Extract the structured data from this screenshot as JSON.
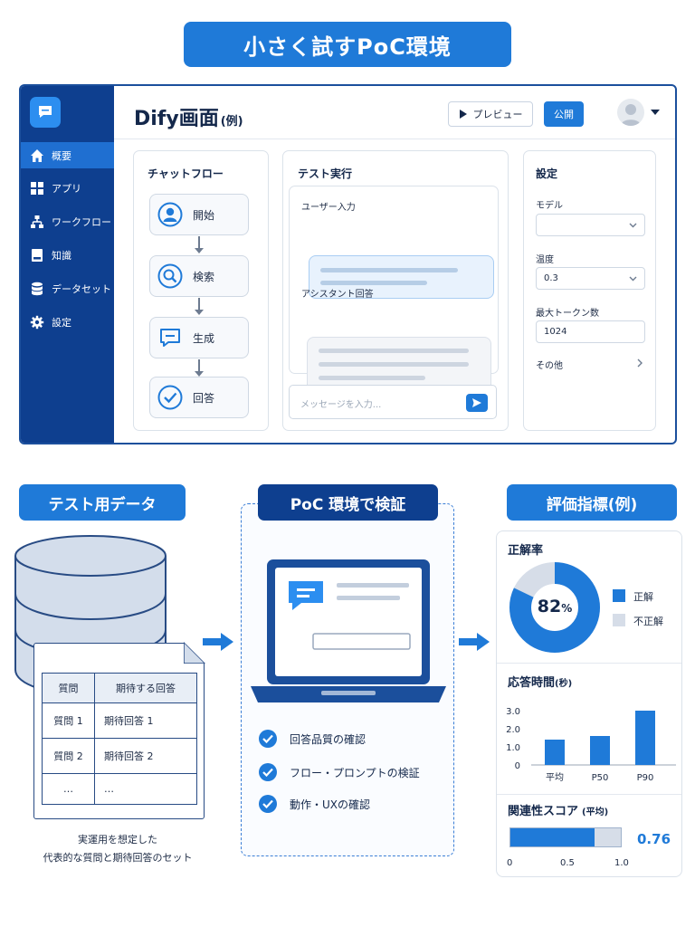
{
  "banner": {
    "title": "小さく試すPoC環境"
  },
  "app": {
    "title": "Dify画面",
    "title_suffix": "(例)",
    "preview_label": "プレビュー",
    "publish_label": "公開",
    "sidebar": {
      "items": [
        {
          "label": "概要",
          "icon": "home-icon",
          "active": true
        },
        {
          "label": "アプリ",
          "icon": "grid-icon",
          "active": false
        },
        {
          "label": "ワークフロー",
          "icon": "workflow-icon",
          "active": false
        },
        {
          "label": "知識",
          "icon": "book-icon",
          "active": false
        },
        {
          "label": "データセット",
          "icon": "database-icon",
          "active": false
        },
        {
          "label": "設定",
          "icon": "gear-icon",
          "active": false
        }
      ]
    },
    "chatflow": {
      "title": "チャットフロー",
      "nodes": [
        {
          "label": "開始",
          "icon": "user-icon"
        },
        {
          "label": "検索",
          "icon": "search-icon"
        },
        {
          "label": "生成",
          "icon": "chat-icon"
        },
        {
          "label": "回答",
          "icon": "check-icon"
        }
      ]
    },
    "test_run": {
      "title": "テスト実行",
      "user_input_label": "ユーザー入力",
      "assistant_label": "アシスタント回答",
      "message_placeholder": "メッセージを入力..."
    },
    "settings": {
      "title": "設定",
      "model_label": "モデル",
      "model_value": "",
      "temperature_label": "温度",
      "temperature_value": "0.3",
      "max_tokens_label": "最大トークン数",
      "max_tokens_value": "1024",
      "other_label": "その他"
    }
  },
  "test_data": {
    "tag": "テスト用データ",
    "table": {
      "headers": [
        "質問",
        "期待する回答"
      ],
      "rows": [
        [
          "質問 1",
          "期待回答 1"
        ],
        [
          "質問 2",
          "期待回答 2"
        ],
        [
          "…",
          "…"
        ]
      ]
    },
    "caption_line1": "実運用を想定した",
    "caption_line2": "代表的な質問と期待回答のセット"
  },
  "poc": {
    "tag": "PoC 環境で検証",
    "checks": [
      "回答品質の確認",
      "フロー・プロンプトの検証",
      "動作・UXの確認"
    ]
  },
  "metrics": {
    "tag": "評価指標(例)",
    "accuracy": {
      "title": "正解率",
      "value_label": "82",
      "value_unit": "%",
      "correct_fraction": 0.82,
      "legend": [
        "正解",
        "不正解"
      ]
    },
    "response_time": {
      "title": "応答時間",
      "unit": "(秒)"
    },
    "relevance": {
      "title": "関連性スコア",
      "subtitle": "(平均)",
      "value_label": "0.76",
      "value": 0.76,
      "ticks": [
        "0",
        "0.5",
        "1.0"
      ]
    }
  },
  "colors": {
    "primary": "#1f7ad8",
    "navy": "#0e3f8f",
    "light_gray": "#d6dde8"
  },
  "chart_data": {
    "type": "bar",
    "title": "応答時間",
    "ylabel": "",
    "categories": [
      "平均",
      "P50",
      "P90"
    ],
    "values": [
      1.4,
      1.6,
      3.0
    ],
    "ylim": [
      0,
      3.0
    ],
    "yticks": [
      "0",
      "1.0",
      "2.0",
      "3.0"
    ],
    "grid": false
  }
}
